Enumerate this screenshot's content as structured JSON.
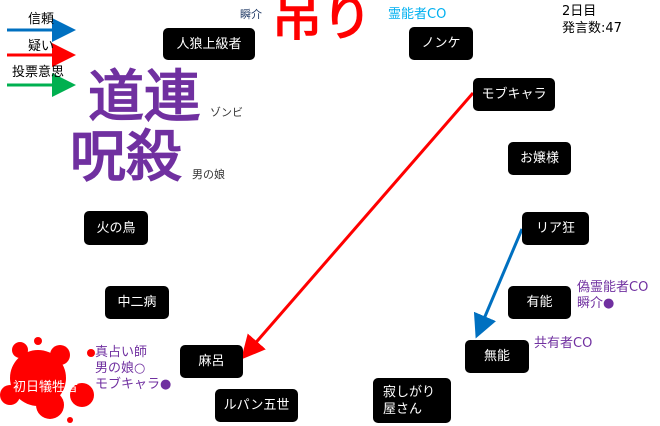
{
  "legend": {
    "trust": "信頼",
    "doubt": "疑い",
    "vote": "投票意思",
    "colors": {
      "trust": "#0070c0",
      "doubt": "#ff0000",
      "vote": "#00b050"
    }
  },
  "info": {
    "day": "2日目",
    "posts": "発言数:47"
  },
  "overlays": {
    "hanged": "吊り",
    "hanged_sub": "瞬介",
    "medium_co": "霊能者CO",
    "curse_line1": "道連",
    "curse_line2": "呪殺",
    "hidden1": "ゾンビ",
    "hidden2": "男の娘"
  },
  "nodes": {
    "n1": "人狼上級者",
    "n2": "ノンケ",
    "n3": "モブキャラ",
    "n4": "お嬢様",
    "n5": "火の鳥",
    "n6": "リア狂",
    "n7": "中二病",
    "n8": "有能",
    "n9": "麻呂",
    "n10": "無能",
    "n11": "初日犠牲者",
    "n12": "ルパン五世",
    "n13": "寂しがり屋さん"
  },
  "notes": {
    "maro": [
      "真占い師",
      "男の娘○",
      "モブキャラ●"
    ],
    "yuno": [
      "偽霊能者CO",
      "瞬介●"
    ],
    "muno": "共有者CO"
  }
}
